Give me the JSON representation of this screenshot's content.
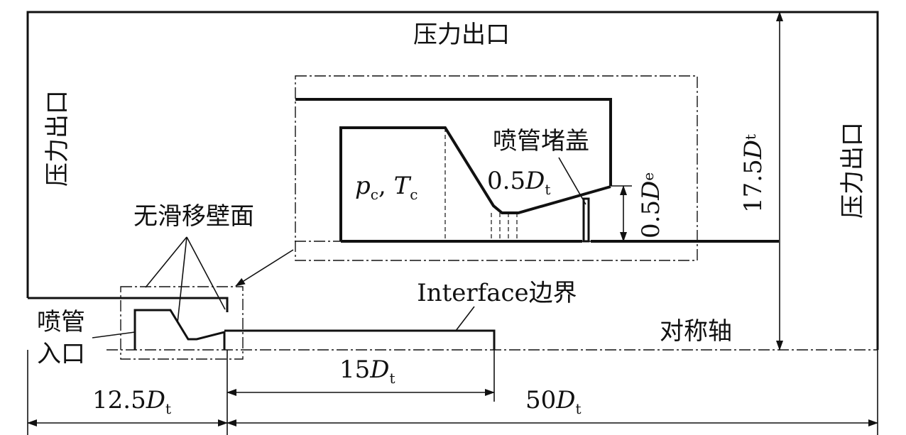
{
  "labels": {
    "outlet_top": "压力出口",
    "outlet_left": "压力出口",
    "outlet_right": "压力出口",
    "no_slip_wall": "无滑移壁面",
    "nozzle_inlet_line1": "喷管",
    "nozzle_inlet_line2": "入口",
    "interface_boundary": "Interface边界",
    "symmetry_axis": "对称轴",
    "nozzle_plug": "喷管堵盖",
    "chamber_p": "p",
    "chamber_p_sub": "c",
    "chamber_sep": ", ",
    "chamber_T": "T",
    "chamber_T_sub": "c"
  },
  "dimensions": {
    "throat": {
      "value": "0.5",
      "symbol": "D",
      "sub": "t"
    },
    "exit_radius": {
      "value": "0.5",
      "symbol": "D",
      "sub": "e"
    },
    "domain_height": {
      "value": "17.5",
      "symbol": "D",
      "sub": "t"
    },
    "upstream_length": {
      "value": "12.5",
      "symbol": "D",
      "sub": "t"
    },
    "interface_length": {
      "value": "15",
      "symbol": "D",
      "sub": "t"
    },
    "downstream_length": {
      "value": "50",
      "symbol": "D",
      "sub": "t"
    }
  }
}
